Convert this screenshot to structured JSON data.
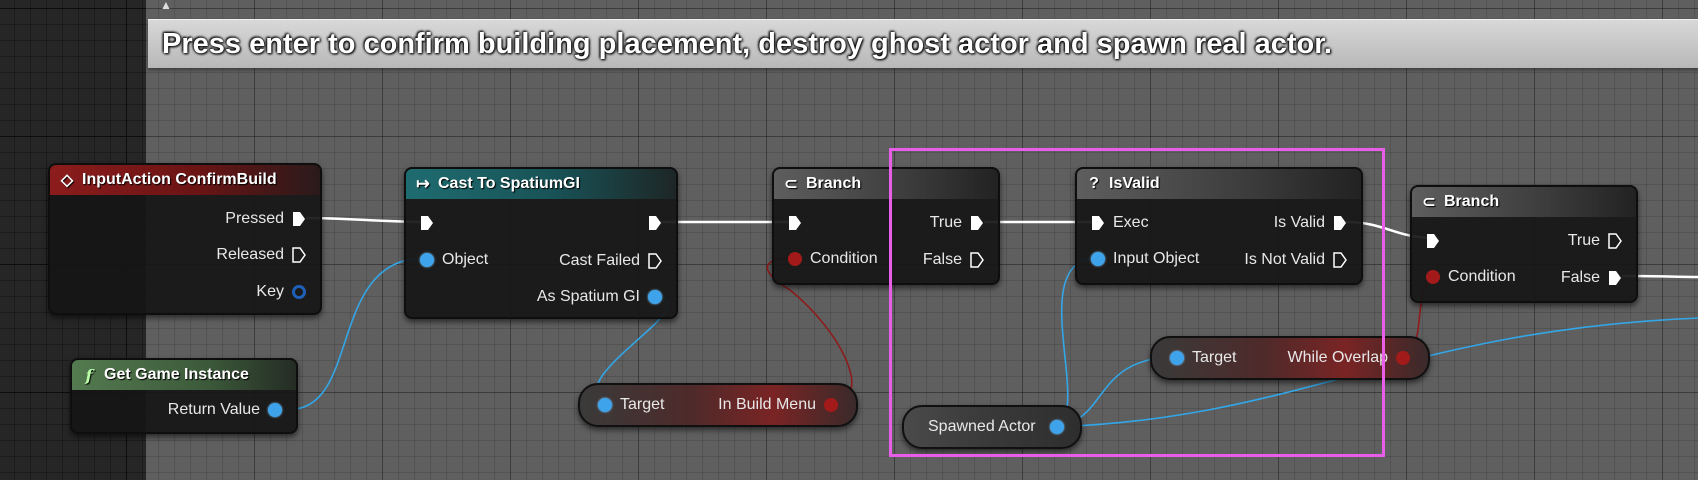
{
  "comment": {
    "title": "Press enter to confirm building placement, destroy ghost actor and spawn real actor."
  },
  "nodes": {
    "input_action": {
      "title": "InputAction ConfirmBuild",
      "icon": "input-action-icon",
      "pins": {
        "pressed": "Pressed",
        "released": "Released",
        "key": "Key"
      }
    },
    "get_game_instance": {
      "title": "Get Game Instance",
      "icon": "function-icon",
      "pins": {
        "return_value": "Return Value"
      }
    },
    "cast": {
      "title": "Cast To SpatiumGI",
      "icon": "cast-icon",
      "pins": {
        "object": "Object",
        "cast_failed": "Cast Failed",
        "as_spatium_gi": "As Spatium GI"
      }
    },
    "branch1": {
      "title": "Branch",
      "icon": "branch-icon",
      "pins": {
        "condition": "Condition",
        "true": "True",
        "false": "False"
      }
    },
    "in_build_menu": {
      "target": "Target",
      "value": "In Build Menu"
    },
    "is_valid": {
      "title": "IsValid",
      "icon": "question-icon",
      "pins": {
        "exec": "Exec",
        "input_object": "Input Object",
        "is_valid": "Is Valid",
        "is_not_valid": "Is Not Valid"
      }
    },
    "spawned_actor": {
      "label": "Spawned Actor"
    },
    "while_overlap": {
      "target": "Target",
      "value": "While Overlap"
    },
    "branch2": {
      "title": "Branch",
      "icon": "branch-icon",
      "pins": {
        "condition": "Condition",
        "true": "True",
        "false": "False"
      }
    }
  },
  "colors": {
    "exec_wire": "#ffffff",
    "object_wire": "#33a6e8",
    "bool_wire": "#8e1b1b",
    "highlight": "#e85ee8"
  }
}
